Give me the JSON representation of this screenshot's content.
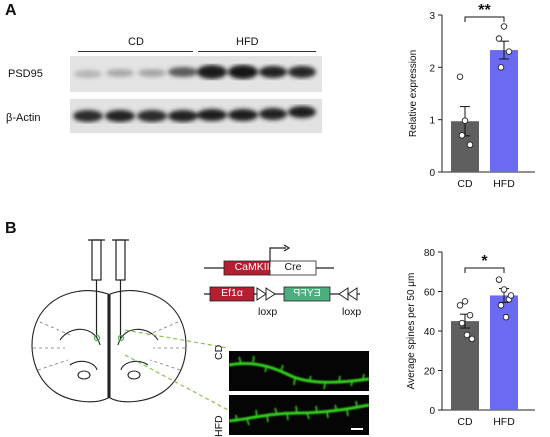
{
  "panel_a": {
    "letter": "A",
    "group_labels": [
      "CD",
      "HFD"
    ],
    "blot_rows": [
      "PSD95",
      "β-Actin"
    ]
  },
  "panel_b": {
    "letter": "B",
    "construct": {
      "promoter_1": "CaMKIIa",
      "gene_1": "Cre",
      "promoter_2": "Ef1α",
      "gene_2": "EYFP",
      "site_labels": [
        "loxp",
        "loxp"
      ]
    },
    "micrograph_labels": [
      "CD",
      "HFD"
    ]
  },
  "colors": {
    "cd_bar": "#5f5f5f",
    "hfd_bar": "#6b6bf2",
    "promoter_red": "#b42032",
    "eyfp_green": "#4cad7e",
    "dendrite_green": "#33cc1f"
  },
  "chart_data": [
    {
      "type": "bar",
      "categories": [
        "CD",
        "HFD"
      ],
      "values": [
        0.97,
        2.33
      ],
      "errors": [
        0.28,
        0.17
      ],
      "points": [
        [
          1.82,
          0.98,
          0.52,
          0.7
        ],
        [
          2.55,
          2.78,
          2.3,
          2.0
        ]
      ],
      "ylabel": "Relative expression",
      "xlabel": "",
      "ylim": [
        0,
        3
      ],
      "yticks": [
        0,
        1,
        2,
        3
      ],
      "significance": "**"
    },
    {
      "type": "bar",
      "categories": [
        "CD",
        "HFD"
      ],
      "values": [
        45,
        58
      ],
      "errors": [
        3.5,
        3.5
      ],
      "points": [
        [
          53,
          55,
          48,
          44,
          38,
          36
        ],
        [
          66,
          61,
          56,
          53,
          47,
          58
        ]
      ],
      "ylabel": "Average spines per 50 μm",
      "xlabel": "",
      "ylim": [
        0,
        80
      ],
      "yticks": [
        0,
        20,
        40,
        60,
        80
      ],
      "significance": "*"
    }
  ]
}
